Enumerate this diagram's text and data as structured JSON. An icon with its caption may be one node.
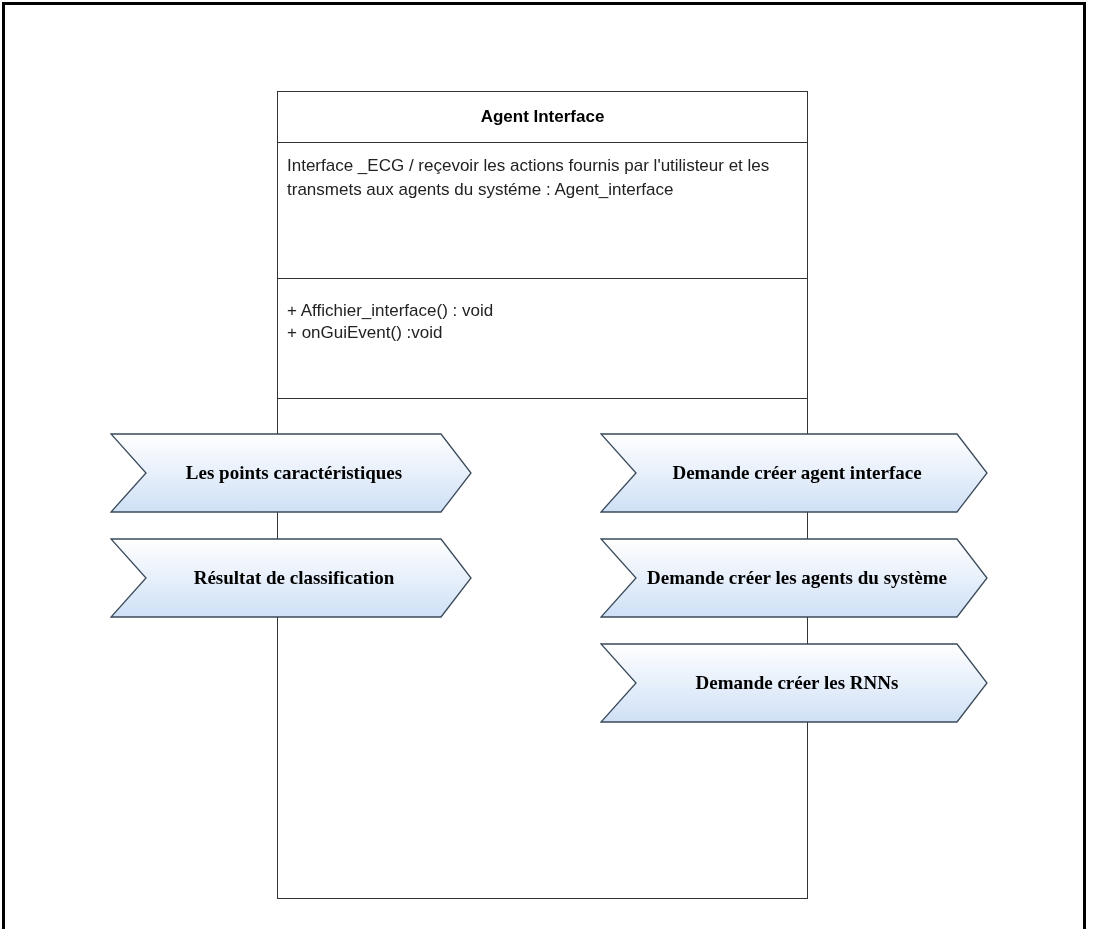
{
  "diagram": {
    "nodes": [
      {
        "text": [
          "Agent Interface",
          "Interface _ECG / reçevoir les actions fournis par l'utilisteur et les transmets aux agents du systéme : Agent_interface",
          "+ Affichier_interface() : void",
          "+ onGuiEvent() :void"
        ]
      },
      {
        "text": [
          "Les points caractéristiques"
        ]
      },
      {
        "text": [
          "Résultat de classification"
        ]
      },
      {
        "text": [
          "Demande créer agent interface"
        ]
      },
      {
        "text": [
          "Demande créer les agents du système"
        ]
      },
      {
        "text": [
          "Demande créer les RNNs"
        ]
      }
    ]
  }
}
